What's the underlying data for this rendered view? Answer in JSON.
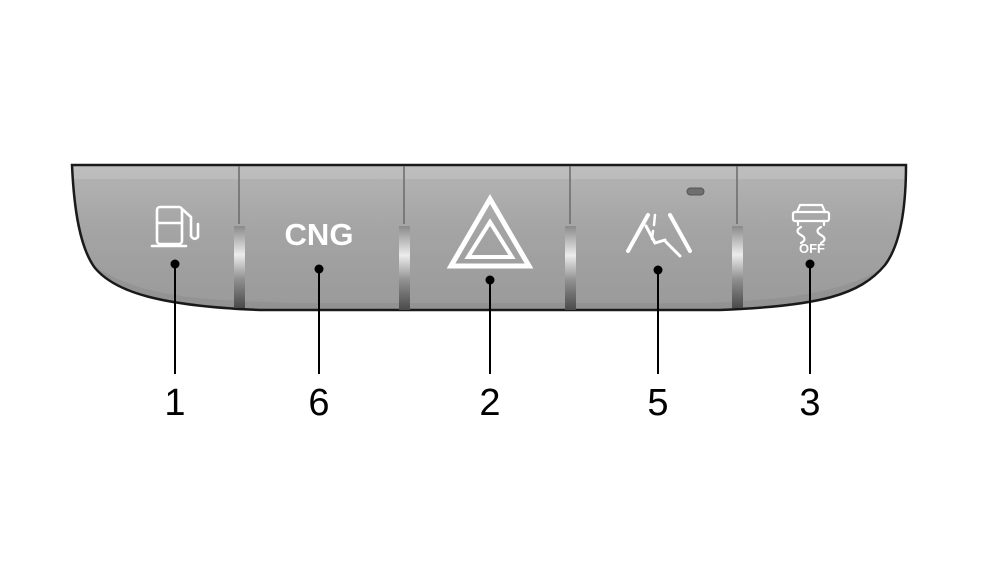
{
  "panel": {
    "body_color": "#a3a3a3",
    "highlight_color": "#b8b8b8",
    "shadow_color": "#6c6c6c",
    "separator_color": "#5a5a5a",
    "outline_color": "#1a1a1a",
    "icon_color": "#ffffff"
  },
  "buttons": [
    {
      "id": "fuel",
      "icon": "fuel-pump-icon",
      "callout": "1"
    },
    {
      "id": "cng",
      "icon": "cng-text-icon",
      "text": "CNG",
      "callout": "6"
    },
    {
      "id": "hazard",
      "icon": "hazard-triangle-icon",
      "callout": "2"
    },
    {
      "id": "lane",
      "icon": "lane-assist-icon",
      "callout": "5"
    },
    {
      "id": "traction",
      "icon": "traction-control-off-icon",
      "text": "OFF",
      "callout": "3"
    }
  ]
}
